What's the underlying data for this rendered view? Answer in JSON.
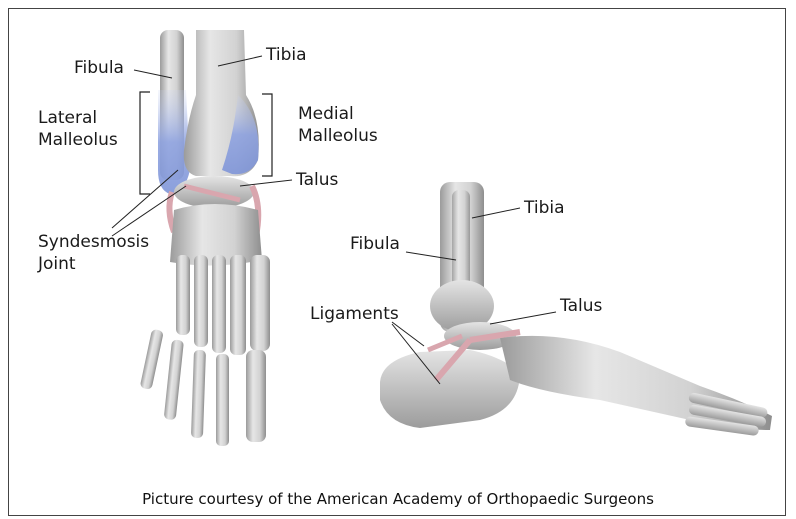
{
  "front_view": {
    "fibula_label": "Fibula",
    "tibia_label": "Tibia",
    "lateral_malleolus_line1": "Lateral",
    "lateral_malleolus_line2": "Malleolus",
    "medial_malleolus_line1": "Medial",
    "medial_malleolus_line2": "Malleolus",
    "talus_label": "Talus",
    "syndesmosis_line1": "Syndesmosis",
    "syndesmosis_line2": "Joint"
  },
  "side_view": {
    "tibia_label": "Tibia",
    "fibula_label": "Fibula",
    "talus_label": "Talus",
    "ligaments_label": "Ligaments"
  },
  "caption": "Picture courtesy of the American Academy of Orthopaedic Surgeons",
  "colors": {
    "bone": "#d9d9d9",
    "bone_shadow": "#9a9a9a",
    "malleolus_highlight": "#8fa3e0",
    "ligament": "#d9a6ae"
  }
}
